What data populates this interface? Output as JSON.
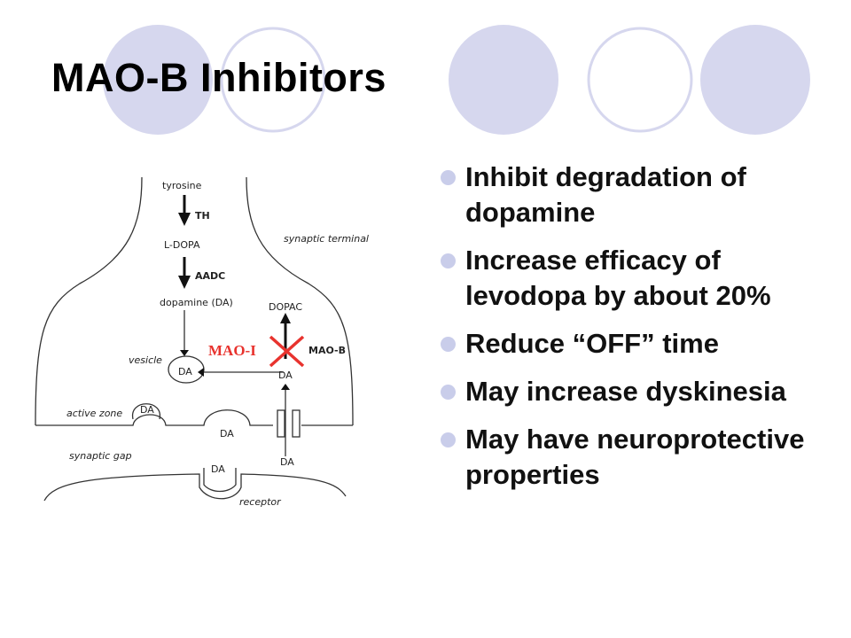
{
  "slide": {
    "title": "MAO-B Inhibitors",
    "bullets": [
      "Inhibit degradation of dopamine",
      "Increase efficacy of levodopa by about 20%",
      "Reduce “OFF” time",
      "May increase dyskinesia",
      "May have neuroprotective properties"
    ]
  },
  "diagram": {
    "tyrosine": "tyrosine",
    "th": "TH",
    "l_dopa": "L-DOPA",
    "aadc": "AADC",
    "dopamine": "dopamine (DA)",
    "dopac": "DOPAC",
    "maoi": "MAO-I",
    "mao_b": "MAO-B",
    "vesicle": "vesicle",
    "da_vesicle": "DA",
    "da_mao": "DA",
    "synaptic_terminal": "synaptic terminal",
    "active_zone": "active zone",
    "da_active": "DA",
    "da_cleft": "DA",
    "da_transporter": "DA",
    "synaptic_gap": "synaptic gap",
    "da_receptor": "DA",
    "receptor": "receptor"
  },
  "colors": {
    "circle_fill": "#d4d5ed",
    "circle_outline": "#d4d5ed",
    "bullet": "#c9cdea",
    "maoi_red": "#e8332e",
    "title_text": "#000000"
  }
}
